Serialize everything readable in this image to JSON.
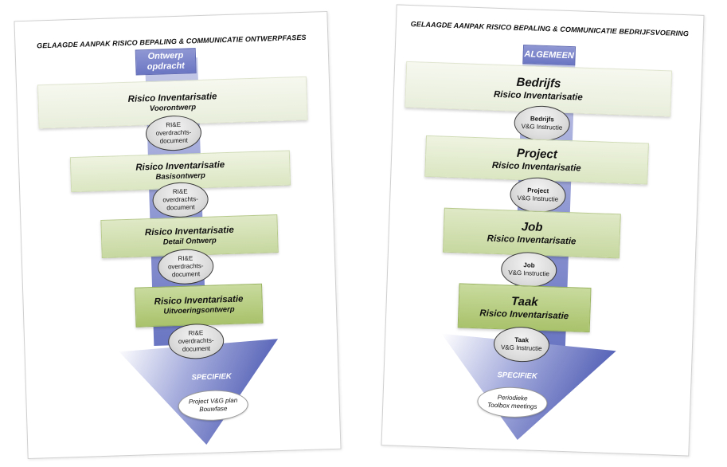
{
  "left": {
    "title": "GELAAGDE AANPAK RISICO BEPALING & COMMUNICATIE ONTWERPFASES",
    "header": [
      "Ontwerp",
      "opdracht"
    ],
    "bands": [
      {
        "line1": "Risico Inventarisatie",
        "line2": "Voorontwerp"
      },
      {
        "line1": "Risico Inventarisatie",
        "line2": "Basisontwerp"
      },
      {
        "line1": "Risico Inventarisatie",
        "line2": "Detail Ontwerp"
      },
      {
        "line1": "Risico Inventarisatie",
        "line2": "Uitvoeringsontwerp"
      }
    ],
    "ovals": [
      [
        "RI&E",
        "overdrachts-",
        "document"
      ],
      [
        "RI&E",
        "overdrachts-",
        "document"
      ],
      [
        "RI&E",
        "overdrachts-",
        "document"
      ],
      [
        "RI&E",
        "overdrachts-",
        "document"
      ]
    ],
    "specifiek": "SPECIFIEK",
    "end": [
      "Project V&G plan",
      "Bouwfase"
    ]
  },
  "right": {
    "title": "GELAAGDE AANPAK RISICO BEPALING & COMMUNICATIE BEDRIJFSVOERING",
    "header": "ALGEMEEN",
    "bands": [
      {
        "line1": "Bedrijfs",
        "line2": "Risico Inventarisatie"
      },
      {
        "line1": "Project",
        "line2": "Risico Inventarisatie"
      },
      {
        "line1": "Job",
        "line2": "Risico Inventarisatie"
      },
      {
        "line1": "Taak",
        "line2": "Risico Inventarisatie"
      }
    ],
    "ovals": [
      [
        "Bedrijfs",
        "V&G Instructie"
      ],
      [
        "Project",
        "V&G Instructie"
      ],
      [
        "Job",
        "V&G Instructie"
      ],
      [
        "Taak",
        "V&G Instructie"
      ]
    ],
    "specifiek": "SPECIFIEK",
    "end": [
      "Periodieke",
      "Toolbox meetings"
    ]
  },
  "colors": {
    "blue_light": "#c7cbe8",
    "blue_dark": "#5f6bbd",
    "green_light": "#f6f8ef",
    "green_dark": "#a9c26b",
    "oval_gray": "#dcdcdc"
  }
}
